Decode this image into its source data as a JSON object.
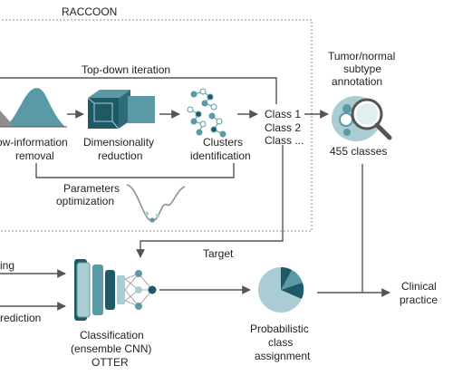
{
  "frame_title": "RACCOON",
  "iteration_label": "Top-down iteration",
  "steps": {
    "removal": [
      "ow-information",
      "removal"
    ],
    "reduction": [
      "Dimensionality",
      "reduction"
    ],
    "clusters": [
      "Clusters",
      "identification"
    ]
  },
  "classes": [
    "Class 1",
    "Class 2",
    "Class ..."
  ],
  "params": [
    "Parameters",
    "optimization"
  ],
  "annotation": {
    "title": [
      "Tumor/normal",
      "subtype",
      "annotation"
    ],
    "count": "455 classes"
  },
  "target_label": "Target",
  "left_inputs": [
    "ing",
    "rediction"
  ],
  "classification": [
    "Classification",
    "(ensemble CNN)",
    "OTTER"
  ],
  "probabilistic": [
    "Probabilistic",
    "class",
    "assignment"
  ],
  "clinical": [
    "Clinical",
    "practice"
  ],
  "colors": {
    "teal": "#5a9aa6",
    "teal_dark": "#1f5966",
    "teal_light": "#a9cdd3",
    "grey": "#8e8e8e",
    "line": "#555555"
  }
}
